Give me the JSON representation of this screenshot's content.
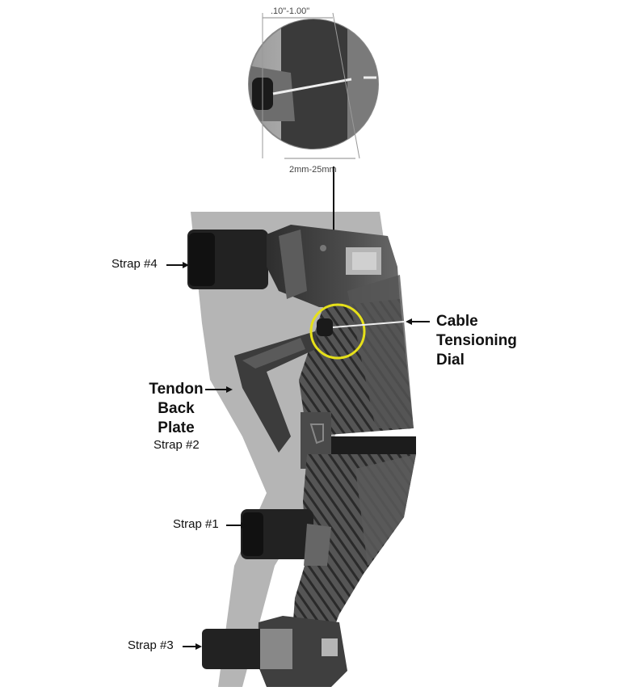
{
  "zoom_inset": {
    "top_measure": ".10\"-1.00\"",
    "bottom_measure": "2mm-25mm"
  },
  "labels": {
    "strap4": "Strap #4",
    "cable_line1": "Cable",
    "cable_line2": "Tensioning",
    "cable_line3": "Dial",
    "tendon_line1": "Tendon",
    "tendon_line2": "Back",
    "tendon_line3": "Plate",
    "strap2": "Strap #2",
    "strap1": "Strap #1",
    "strap3": "Strap #3"
  },
  "colors": {
    "leg": "#b5b5b5",
    "brace_dark": "#3a3a3a",
    "brace_mid": "#5a5a5a",
    "strap": "#1e1e1e",
    "highlight_ring": "#e6e01a"
  }
}
